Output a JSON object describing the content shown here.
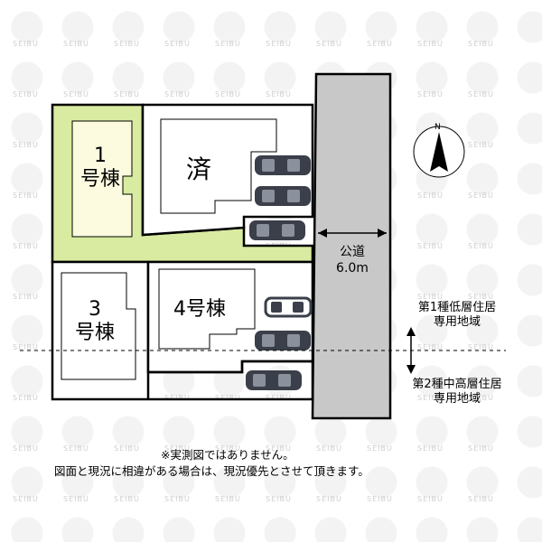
{
  "watermark_text": "SEIBU",
  "lots": [
    {
      "id": "1",
      "number": "1",
      "suffix": "号棟"
    },
    {
      "id": "3",
      "number": "3",
      "suffix": "号棟"
    },
    {
      "id": "4",
      "label": "4号棟"
    },
    {
      "id": "sold",
      "label": "済"
    }
  ],
  "road": {
    "name": "公道",
    "width": "6.0m"
  },
  "compass": {
    "north_label": "N"
  },
  "zones": {
    "upper": {
      "line1": "第1種低層住居",
      "line2": "専用地域"
    },
    "lower": {
      "line1": "第2種中高層住居",
      "line2": "専用地域"
    }
  },
  "notes": {
    "line1": "※実測図ではありません。",
    "line2": "図面と現況に相違がある場合は、現況優先とさせて頂きます。"
  },
  "colors": {
    "lot1_fill": "#d8eba0",
    "lot1_building": "#fcfbe0",
    "road": "#c8c8c8",
    "car": "#3a3f4a"
  }
}
